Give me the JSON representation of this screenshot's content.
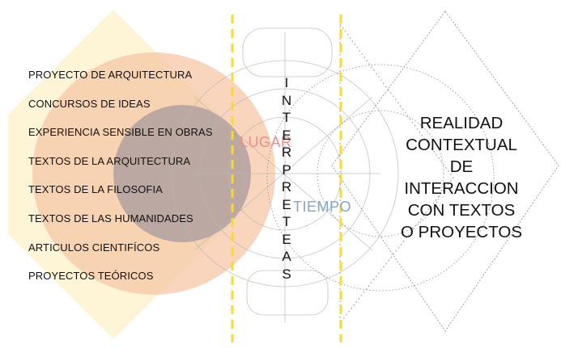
{
  "sources": [
    "PROYECTO DE ARQUITECTURA",
    "CONCURSOS DE IDEAS",
    "EXPERIENCIA SENSIBLE EN OBRAS",
    "TEXTOS DE LA ARQUITECTURA",
    "TEXTOS DE LA FILOSOFIA",
    "TEXTOS DE LAS HUMANIDADES",
    "ARTICULOS CIENTIFÍCOS",
    "PROYECTOS TEÓRICOS"
  ],
  "lugar": "LUGAR",
  "tiempo": "TIEMPO",
  "vertical_word": [
    "I",
    "N",
    "T",
    "E",
    "R",
    "P",
    "R",
    "E",
    "T",
    "E",
    "A",
    "S"
  ],
  "result_lines": [
    "REALIDAD",
    "CONTEXTUAL",
    "DE",
    "INTERACCION",
    "CON TEXTOS",
    "O PROYECTOS"
  ],
  "colors": {
    "diamond_fill": "#fdf5d6",
    "orange_circle": "#f6c7a6",
    "gray_circle": "#8b8596",
    "dashed_line": "#f7d93a",
    "lugar": "#f08a8a",
    "tiempo": "#7fa6d6",
    "outline": "#8a8a8a"
  }
}
